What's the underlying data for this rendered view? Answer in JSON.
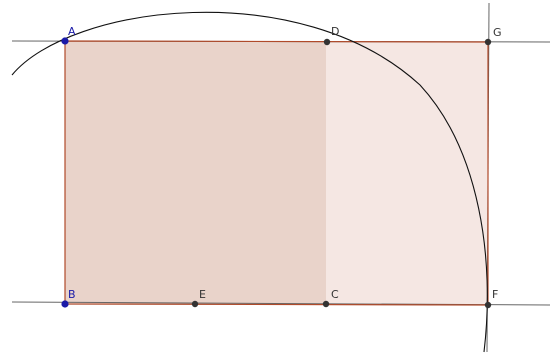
{
  "diagram": {
    "points": [
      {
        "id": "A",
        "label": "A",
        "color": "#1a1aa8"
      },
      {
        "id": "B",
        "label": "B",
        "color": "#1a1aa8"
      },
      {
        "id": "C",
        "label": "C",
        "color": "#333333"
      },
      {
        "id": "D",
        "label": "D",
        "color": "#333333"
      },
      {
        "id": "E",
        "label": "E",
        "color": "#333333"
      },
      {
        "id": "F",
        "label": "F",
        "color": "#333333"
      },
      {
        "id": "G",
        "label": "G",
        "color": "#333333"
      }
    ],
    "colors": {
      "square_fill": "#e9d3ca",
      "extension_fill": "#f5e7e3",
      "polygon_stroke": "#b04a2a",
      "line_stroke": "#666666",
      "arc_stroke": "#111111",
      "free_point": "#1a1aa8",
      "dependent_point": "#333333"
    }
  }
}
